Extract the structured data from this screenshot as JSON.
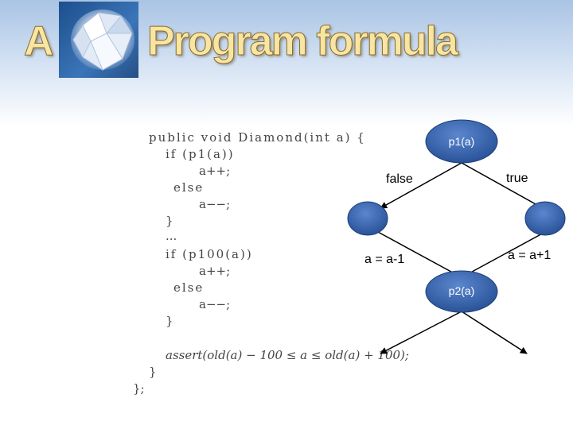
{
  "slide": {
    "title_letter": "A",
    "title_main": "Program formula"
  },
  "code": {
    "lines": [
      "public void Diamond(int a) {",
      "if (p1(a))",
      "a++;",
      "else",
      "a−−;",
      "}",
      "...",
      "if (p100(a))",
      "a++;",
      "else",
      "a−−;",
      "}",
      "assert(old(a) − 100 ≤ a ≤ old(a) + 100);",
      "}",
      "};"
    ]
  },
  "flow": {
    "top_node": "p1(a)",
    "mid_node": "p2(a)",
    "false_label": "false",
    "true_label": "true",
    "left_assign": "a = a-1",
    "right_assign": "a = a+1"
  }
}
